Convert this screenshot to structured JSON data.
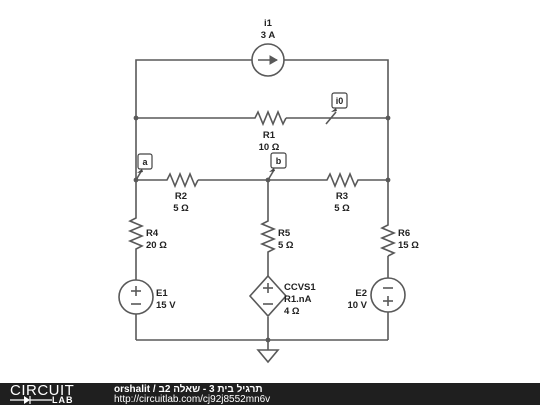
{
  "circuit": {
    "components": {
      "i1": {
        "name": "i1",
        "value": "3 A"
      },
      "r1": {
        "name": "R1",
        "value": "10 Ω"
      },
      "r2": {
        "name": "R2",
        "value": "5 Ω"
      },
      "r3": {
        "name": "R3",
        "value": "5 Ω"
      },
      "r4": {
        "name": "R4",
        "value": "20 Ω"
      },
      "r5": {
        "name": "R5",
        "value": "5 Ω"
      },
      "r6": {
        "name": "R6",
        "value": "15 Ω"
      },
      "e1": {
        "name": "E1",
        "value": "15 V"
      },
      "e2": {
        "name": "E2",
        "value": "10 V"
      },
      "ccvs1": {
        "name": "CCVS1",
        "expr": "R1.nA",
        "value": "4 Ω"
      }
    },
    "probes": {
      "i0": "i0",
      "a": "a",
      "b": "b"
    }
  },
  "footer": {
    "logo_top": "CIRCUIT",
    "logo_bottom": "LAB",
    "title": "orshalit / תרגיל בית 3 - שאלה 2ב",
    "url": "http://circuitlab.com/cj92j8552mn6v"
  }
}
